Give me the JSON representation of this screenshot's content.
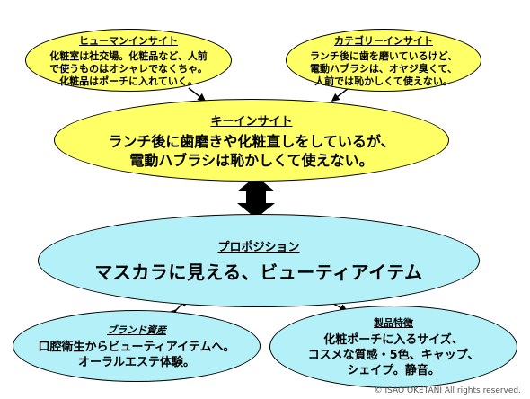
{
  "human_insight": {
    "title": "ヒューマンインサイト",
    "body": "化粧室は社交場。化粧品など、人前\nで使うものはオシャレでなくちゃ。\n化粧品はポーチに入れていく。"
  },
  "category_insight": {
    "title": "カテゴリーインサイト",
    "body": "ランチ後に歯を磨いているけど、\n電動ハブラシは、オヤジ臭くて、\n人前では恥かしくて使えない。"
  },
  "key_insight": {
    "title": "キーインサイト",
    "body": "ランチ後に歯磨きや化粧直しをしているが、\n電動ハブラシは恥かしくて使えない。"
  },
  "proposition": {
    "title": "プロポジション",
    "body": "マスカラに見える、ビューティアイテム"
  },
  "brand_asset": {
    "title": "ブランド資産",
    "body": "口腔衛生からビューティアイテムへ。\nオーラルエステ体験。"
  },
  "product_features": {
    "title": "製品特徴",
    "body": "化粧ポーチに入るサイズ、\nコスメな質感・5色、キャップ、\nシェイプ。静音。"
  },
  "copyright": "© ISAO OKETANI All rights reserved."
}
